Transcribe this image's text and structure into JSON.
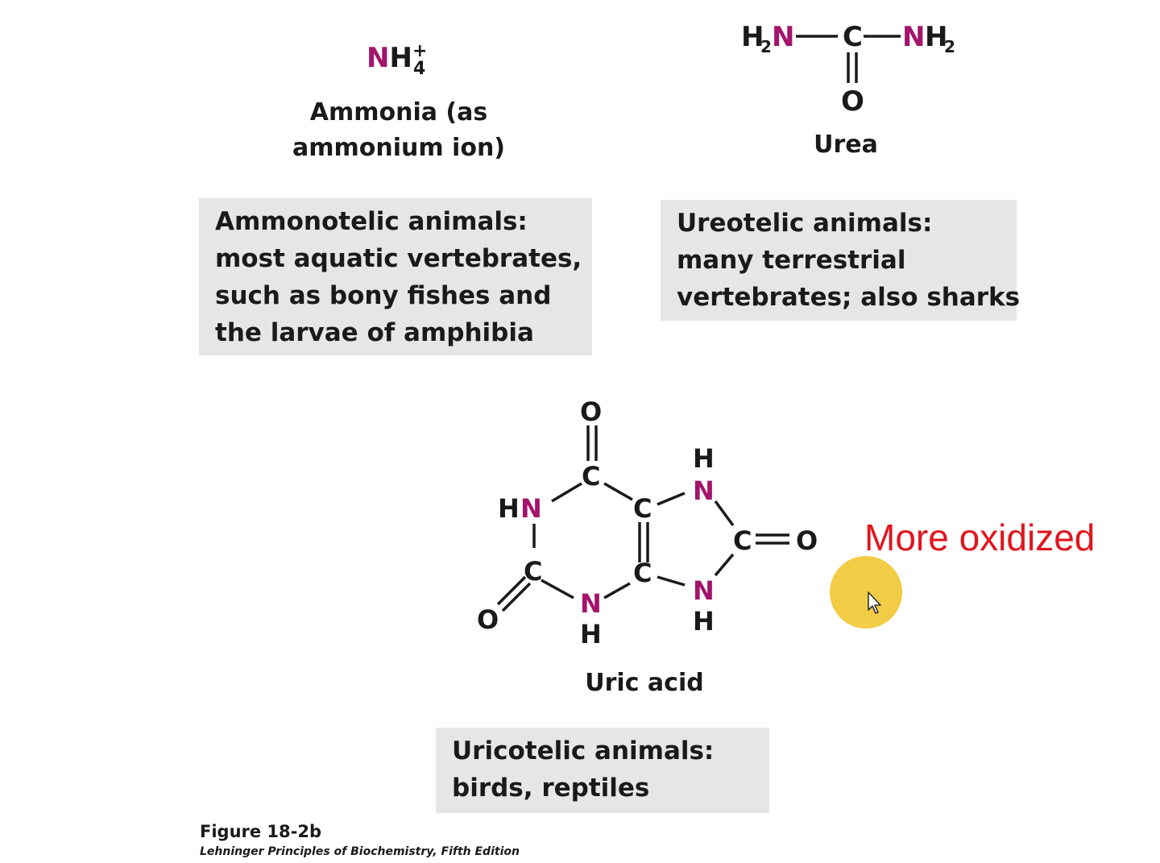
{
  "ammonia": {
    "formula": {
      "element": "N",
      "hydrogen": "H",
      "subscript": "4",
      "charge": "+"
    },
    "name_lines": [
      "Ammonia (as",
      "ammonium  ion)"
    ],
    "box_lines": [
      "Ammonotelic animals:",
      "most aquatic vertebrates,",
      "such as bony fishes and",
      "the larvae of amphibia"
    ]
  },
  "urea": {
    "formula": {
      "left": "H₂N",
      "center": "C",
      "right": "NH₂",
      "carbonyl_o": "O"
    },
    "name": "Urea",
    "box_lines": [
      "Ureotelic animals:",
      "many terrestrial",
      "vertebrates; also sharks"
    ]
  },
  "uric_acid": {
    "atoms": {
      "o_top": "O",
      "c_top": "C",
      "hn": "HN",
      "c_left": "C",
      "o_left": "O",
      "n_bottom": "N",
      "h_bottom": "H",
      "c_fuse_top": "C",
      "c_fuse_bottom": "C",
      "n7": "N",
      "h7": "H",
      "c8": "C",
      "o8": "O",
      "n9": "N",
      "h9": "H"
    },
    "name": "Uric acid",
    "box_lines": [
      "Uricotelic animals:",
      "birds, reptiles"
    ]
  },
  "annotation": {
    "text": "More oxidized",
    "color": "#e0161e"
  },
  "cursor": {
    "highlight_color": "#f2cc45",
    "icon": "mouse-pointer-icon"
  },
  "figure": {
    "label": "Figure 18-2b",
    "source": "Lehninger Principles of Biochemistry, Fifth Edition"
  },
  "colors": {
    "nitrogen": "#a3146b",
    "box_background": "#e6e6e6"
  }
}
